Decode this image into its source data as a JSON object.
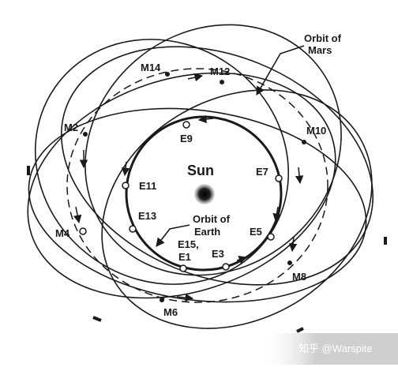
{
  "labels": {
    "sun": "Sun",
    "orbit_mars": [
      "Orbit of",
      "Mars"
    ],
    "orbit_earth": [
      "Orbit of",
      "Earth"
    ],
    "e15": [
      "E15,",
      "E1"
    ],
    "m14": "M14",
    "m12": "M12",
    "m10": "M10",
    "m2": "M2",
    "m4": "M4",
    "m6": "M6",
    "m8": "M8",
    "e9": "E9",
    "e7": "E7",
    "e11": "E11",
    "e13": "E13",
    "e5": "E5",
    "e3": "E3"
  },
  "watermark": "知乎 @Warspite",
  "colors": {
    "line": "#1a1a1a",
    "sun_core": "#2b2b2b",
    "background": "#ffffff"
  }
}
